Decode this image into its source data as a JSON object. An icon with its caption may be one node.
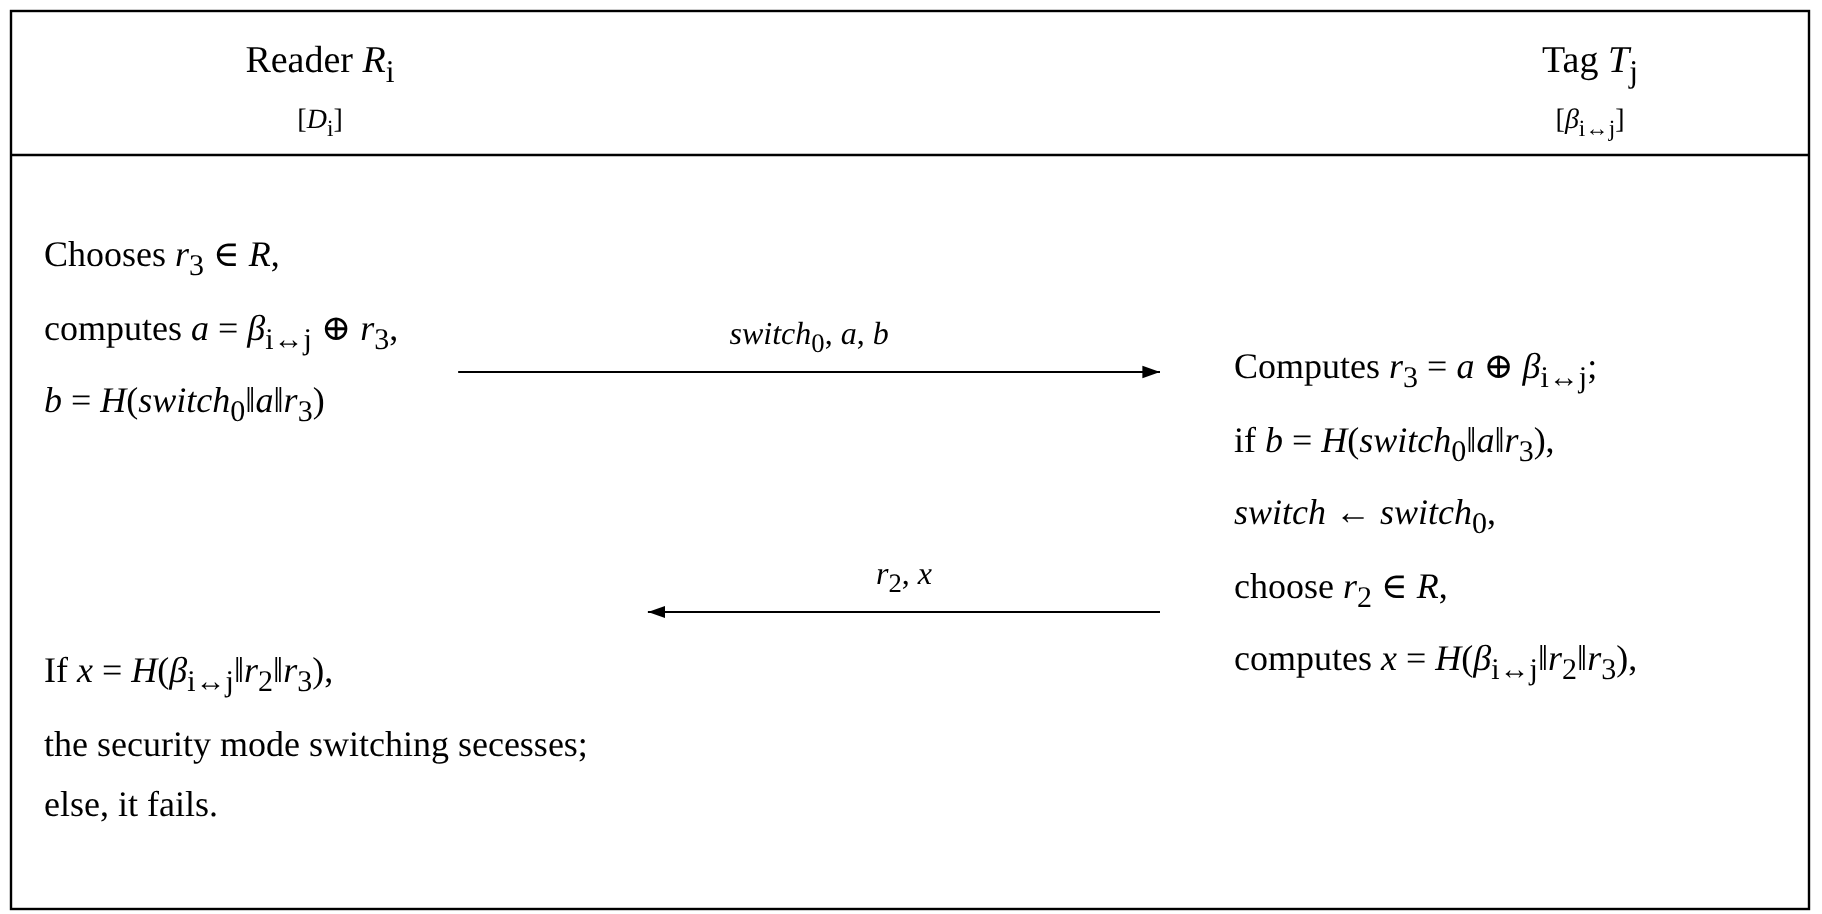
{
  "diagram": {
    "nodes": [
      {
        "text": [
          "Reader *R*$_{i}$",
          "[*D*$_{i}$]"
        ]
      },
      {
        "text": [
          "Tag *T*$_{j}$",
          "[*β*$_{i↔j}$]"
        ]
      },
      {
        "text": [
          "Chooses *r*$_{3}$ ∈ *R*,",
          "computes *a* = *β*$_{i↔j}$ ⊕ *r*$_{3}$,",
          "*b* = *H*(*switch*$_{0}$‖*a*‖*r*$_{3}$)"
        ]
      },
      {
        "text": [
          "Computes *r*$_{3}$ = *a* ⊕ *β*$_{i↔j}$;",
          "if *b* = *H*(*switch*$_{0}$‖*a*‖*r*$_{3}$),",
          "*switch* ← *switch*$_{0}$,",
          "choose *r*$_{2}$ ∈ *R*,",
          "computes *x* = *H*(*β*$_{i↔j}$‖*r*$_{2}$‖*r*$_{3}$),"
        ]
      },
      {
        "text": [
          "If *x* = *H*(*β*$_{i↔j}$‖*r*$_{2}$‖*r*$_{3}$),",
          "the security mode switching secesses;",
          "else, it fails."
        ]
      }
    ],
    "edges": [
      {
        "from": 2,
        "to": 3,
        "arrow": "to",
        "label": "*switch*$_{0}$, *a*, *b*"
      },
      {
        "from": 3,
        "to": 4,
        "arrow": "to",
        "label": "*r*$_{2}$, *x*"
      }
    ]
  }
}
